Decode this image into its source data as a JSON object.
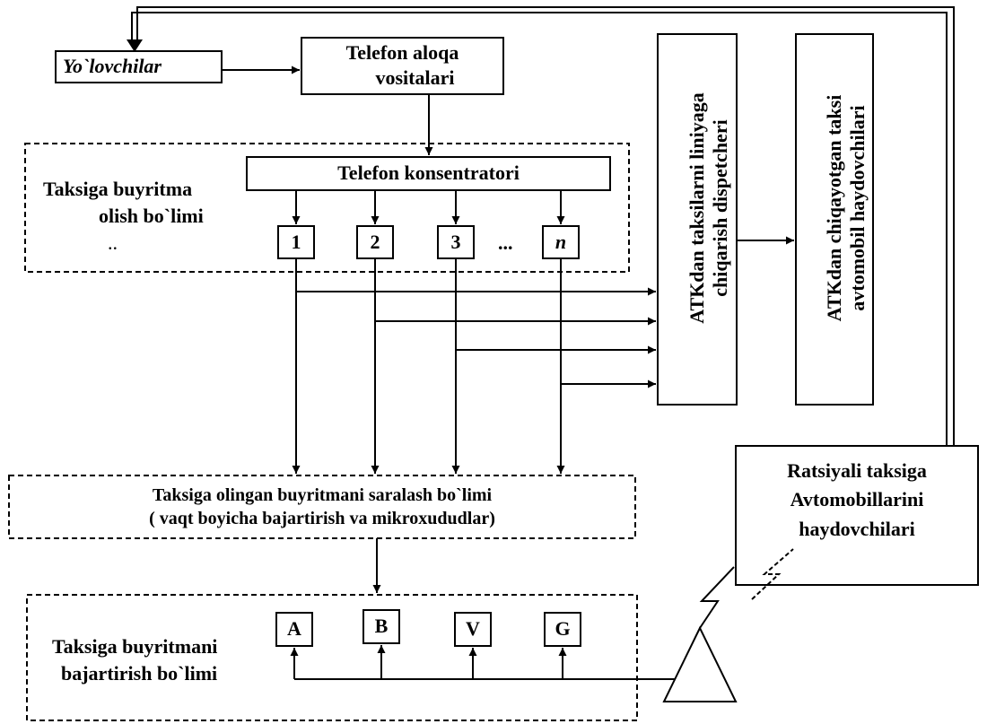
{
  "passengers": "Yo`lovchilar",
  "phone_means": [
    "Telefon aloqa",
    "vositalari"
  ],
  "order_dept": [
    "Taksiga buyritma",
    "olish bo`limi"
  ],
  "order_dept_dots": "..",
  "phone_concentrator": "Telefon konsentratori",
  "operators": [
    "1",
    "2",
    "3",
    "n"
  ],
  "operators_ellipsis": "...",
  "dispatcher": [
    "ATKdan taksilarni liniyaga",
    "chiqarish dispetcheri"
  ],
  "drivers_out": [
    "ATKdan chiqayotgan taksi",
    "avtomobil haydovchilari"
  ],
  "sorting_dept": [
    "Taksiga  olingan buyritmani saralash bo`limi",
    "( vaqt boyicha bajartirish va mikroxududlar)"
  ],
  "radio_drivers": [
    "Ratsiyali taksiga",
    "Avtomobillarini",
    "haydovchilari"
  ],
  "exec_dept": [
    "Taksiga buyritmani",
    "bajartirish bo`limi"
  ],
  "exec_units": [
    "A",
    "B",
    "V",
    "G"
  ]
}
